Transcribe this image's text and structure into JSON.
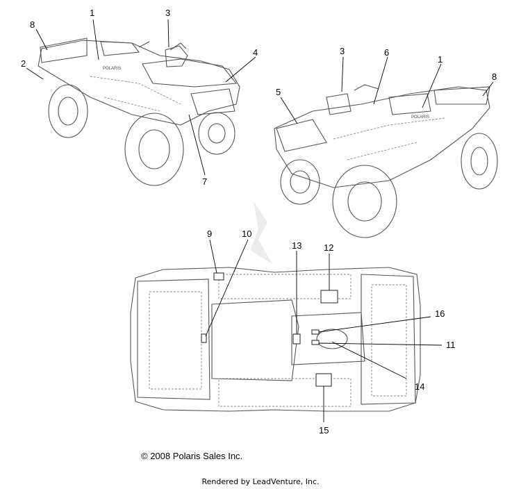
{
  "callouts": {
    "c1a": "1",
    "c3a": "3",
    "c8a": "8",
    "c2": "2",
    "c4": "4",
    "c7": "7",
    "c3b": "3",
    "c6": "6",
    "c1b": "1",
    "c5": "5",
    "c8b": "8",
    "c9": "9",
    "c10": "10",
    "c13": "13",
    "c12": "12",
    "c16": "16",
    "c11": "11",
    "c14": "14",
    "c15": "15"
  },
  "decal_text": {
    "brand_left": "POLARIS",
    "brand_right": "POLARIS"
  },
  "footer": {
    "copyright": "© 2008 Polaris Sales Inc.",
    "rendered_by": "Rendered by LeadVenture, Inc."
  }
}
